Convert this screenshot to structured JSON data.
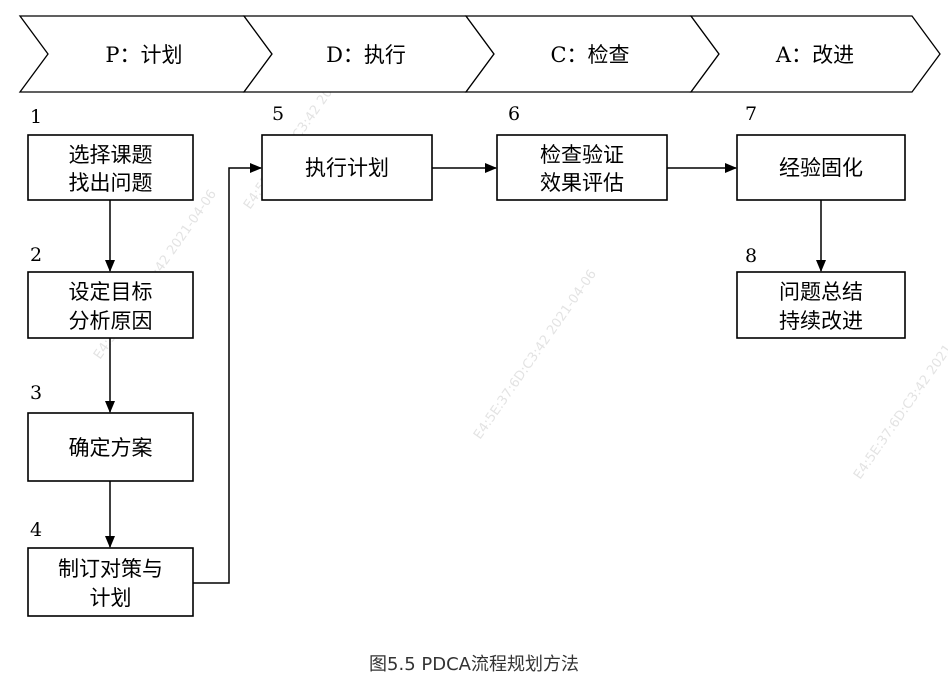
{
  "phases": [
    {
      "id": "p",
      "label": "P：计划"
    },
    {
      "id": "d",
      "label": "D：执行"
    },
    {
      "id": "c",
      "label": "C：检查"
    },
    {
      "id": "a",
      "label": "A：改进"
    }
  ],
  "steps": [
    {
      "id": "s1",
      "number": "1",
      "lines": [
        "选择课题",
        "找出问题"
      ]
    },
    {
      "id": "s2",
      "number": "2",
      "lines": [
        "设定目标",
        "分析原因"
      ]
    },
    {
      "id": "s3",
      "number": "3",
      "lines": [
        "确定方案"
      ]
    },
    {
      "id": "s4",
      "number": "4",
      "lines": [
        "制订对策与",
        "计划"
      ]
    },
    {
      "id": "s5",
      "number": "5",
      "lines": [
        "执行计划"
      ]
    },
    {
      "id": "s6",
      "number": "6",
      "lines": [
        "检查验证",
        "效果评估"
      ]
    },
    {
      "id": "s7",
      "number": "7",
      "lines": [
        "经验固化"
      ]
    },
    {
      "id": "s8",
      "number": "8",
      "lines": [
        "问题总结",
        "持续改进"
      ]
    }
  ],
  "edges": [
    {
      "from": "s1",
      "to": "s2"
    },
    {
      "from": "s2",
      "to": "s3"
    },
    {
      "from": "s3",
      "to": "s4"
    },
    {
      "from": "s4",
      "to": "s5"
    },
    {
      "from": "s5",
      "to": "s6"
    },
    {
      "from": "s6",
      "to": "s7"
    },
    {
      "from": "s7",
      "to": "s8"
    }
  ],
  "watermark": "E4:5E:37:6D:C3:42 2021-04-06",
  "caption": "图5.5 PDCA流程规划方法"
}
